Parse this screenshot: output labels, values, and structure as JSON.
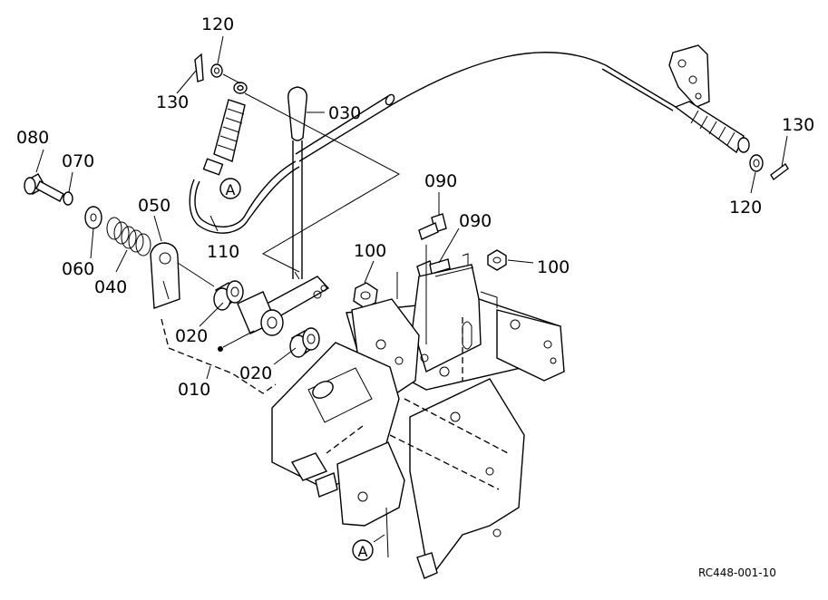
{
  "diagram": {
    "reference_code": "RC448-001-10",
    "callouts": {
      "p010": "010",
      "p020a": "020",
      "p020b": "020",
      "p030": "030",
      "p040": "040",
      "p050": "050",
      "p060": "060",
      "p070": "070",
      "p080": "080",
      "p090a": "090",
      "p090b": "090",
      "p100a": "100",
      "p100b": "100",
      "p110": "110",
      "p120a": "120",
      "p120b": "120",
      "p130a": "130",
      "p130b": "130"
    },
    "connectors": {
      "a1": "A",
      "a2": "A"
    }
  }
}
